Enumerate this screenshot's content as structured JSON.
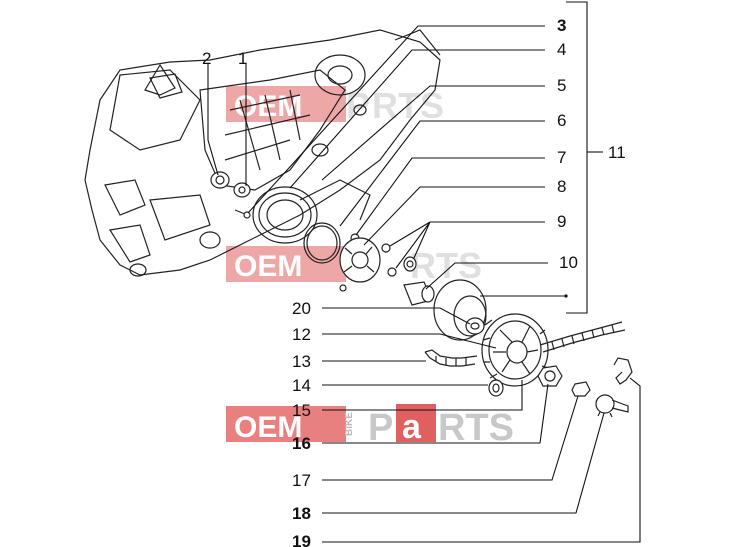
{
  "watermark": {
    "brand_left": "OEM",
    "brand_mid": "P",
    "brand_a": "a",
    "brand_right": "RTS",
    "small": "BIKE",
    "color_red": "#e06060",
    "color_gray": "#c8c8c8"
  },
  "callouts": {
    "c1": "1",
    "c2": "2",
    "c3": "3",
    "c4": "4",
    "c5": "5",
    "c6": "6",
    "c7": "7",
    "c8": "8",
    "c9": "9",
    "c10": "10",
    "c11": "11",
    "c12": "12",
    "c13": "13",
    "c14": "14",
    "c15": "15",
    "c16": "16",
    "c17": "17",
    "c18": "18",
    "c19": "19",
    "c20": "20"
  }
}
